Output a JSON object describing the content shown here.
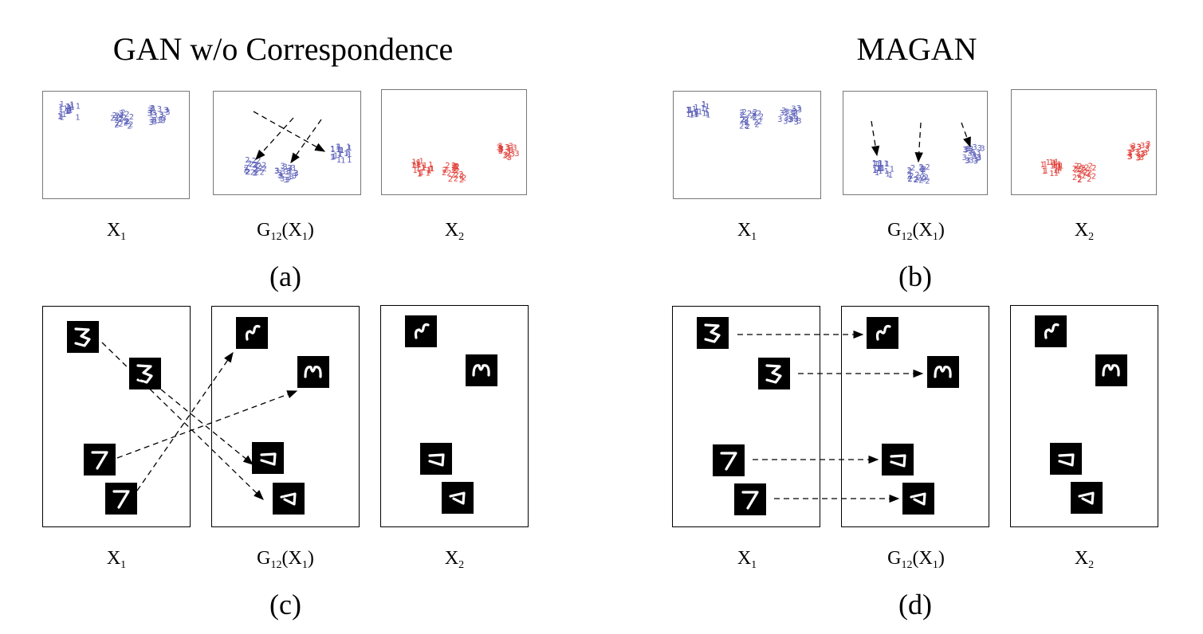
{
  "titles": {
    "left": "GAN w/o Correspondence",
    "right": "MAGAN"
  },
  "labels": {
    "x1": "X",
    "x1_sub": "1",
    "g": "G",
    "g_sub": "12",
    "g_open": "(X",
    "g_close": ")",
    "x2": "X",
    "x2_sub": "2"
  },
  "captions": {
    "a": "(a)",
    "b": "(b)",
    "c": "(c)",
    "d": "(d)"
  },
  "cluster_labels": [
    "1",
    "2",
    "3"
  ],
  "colors": {
    "domain1": "#5b5fb8",
    "domain2": "#e0403a",
    "arrow": "#000000",
    "frame": "#777777",
    "digit_bg": "#000000",
    "digit_stroke": "#ffffff"
  }
}
